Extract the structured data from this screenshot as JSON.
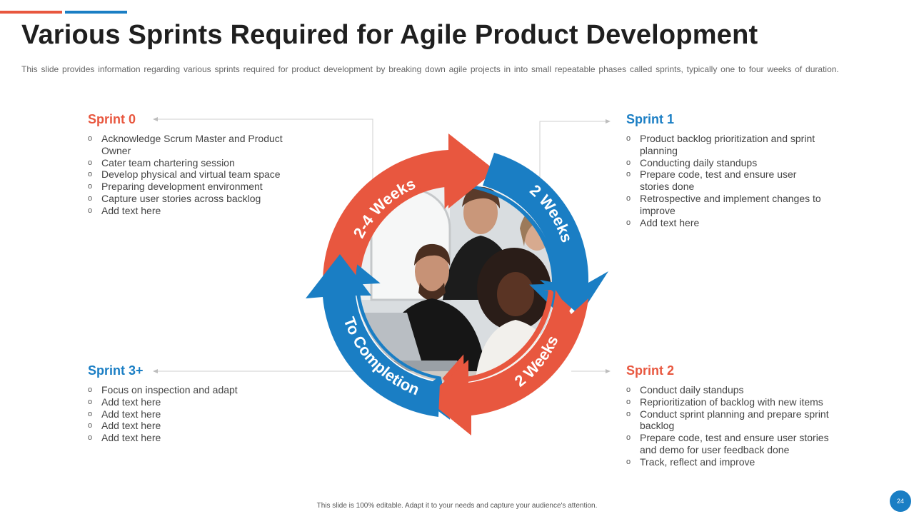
{
  "header": {
    "title": "Various Sprints Required for Agile Product Development",
    "subtitle": "This slide provides information regarding various sprints required for product development by breaking down agile projects in into small repeatable phases called sprints, typically one to four weeks of duration."
  },
  "cycle": {
    "labels": {
      "top_left": "2-4 Weeks",
      "top_right": "2 Weeks",
      "bottom_right": "2 Weeks",
      "bottom_left": "To Completion"
    }
  },
  "sprints": {
    "sprint0": {
      "title": "Sprint 0",
      "items": [
        "Acknowledge Scrum Master and Product Owner",
        "Cater team chartering session",
        "Develop physical and virtual team space",
        "Preparing development environment",
        "Capture user stories across backlog",
        "Add text here"
      ]
    },
    "sprint1": {
      "title": "Sprint 1",
      "items": [
        "Product backlog prioritization and sprint planning",
        "Conducting daily standups",
        "Prepare code, test and ensure user stories done",
        "Retrospective and implement changes to improve",
        "Add text here"
      ]
    },
    "sprint2": {
      "title": "Sprint 2",
      "items": [
        "Conduct daily standups",
        "Reprioritization of backlog with new items",
        "Conduct sprint planning and prepare sprint backlog",
        "Prepare code, test and ensure user stories and demo for user feedback done",
        "Track, reflect and improve"
      ]
    },
    "sprint3": {
      "title": "Sprint 3+",
      "items": [
        "Focus on inspection and adapt",
        "Add text here",
        "Add text here",
        "Add text here",
        "Add text here"
      ]
    }
  },
  "bullet_glyph": "o",
  "footer": {
    "note": "This slide is 100% editable. Adapt it to your needs and capture your audience's attention.",
    "page_number": "24"
  },
  "colors": {
    "red": "#e8573f",
    "blue": "#1a7ec4"
  }
}
